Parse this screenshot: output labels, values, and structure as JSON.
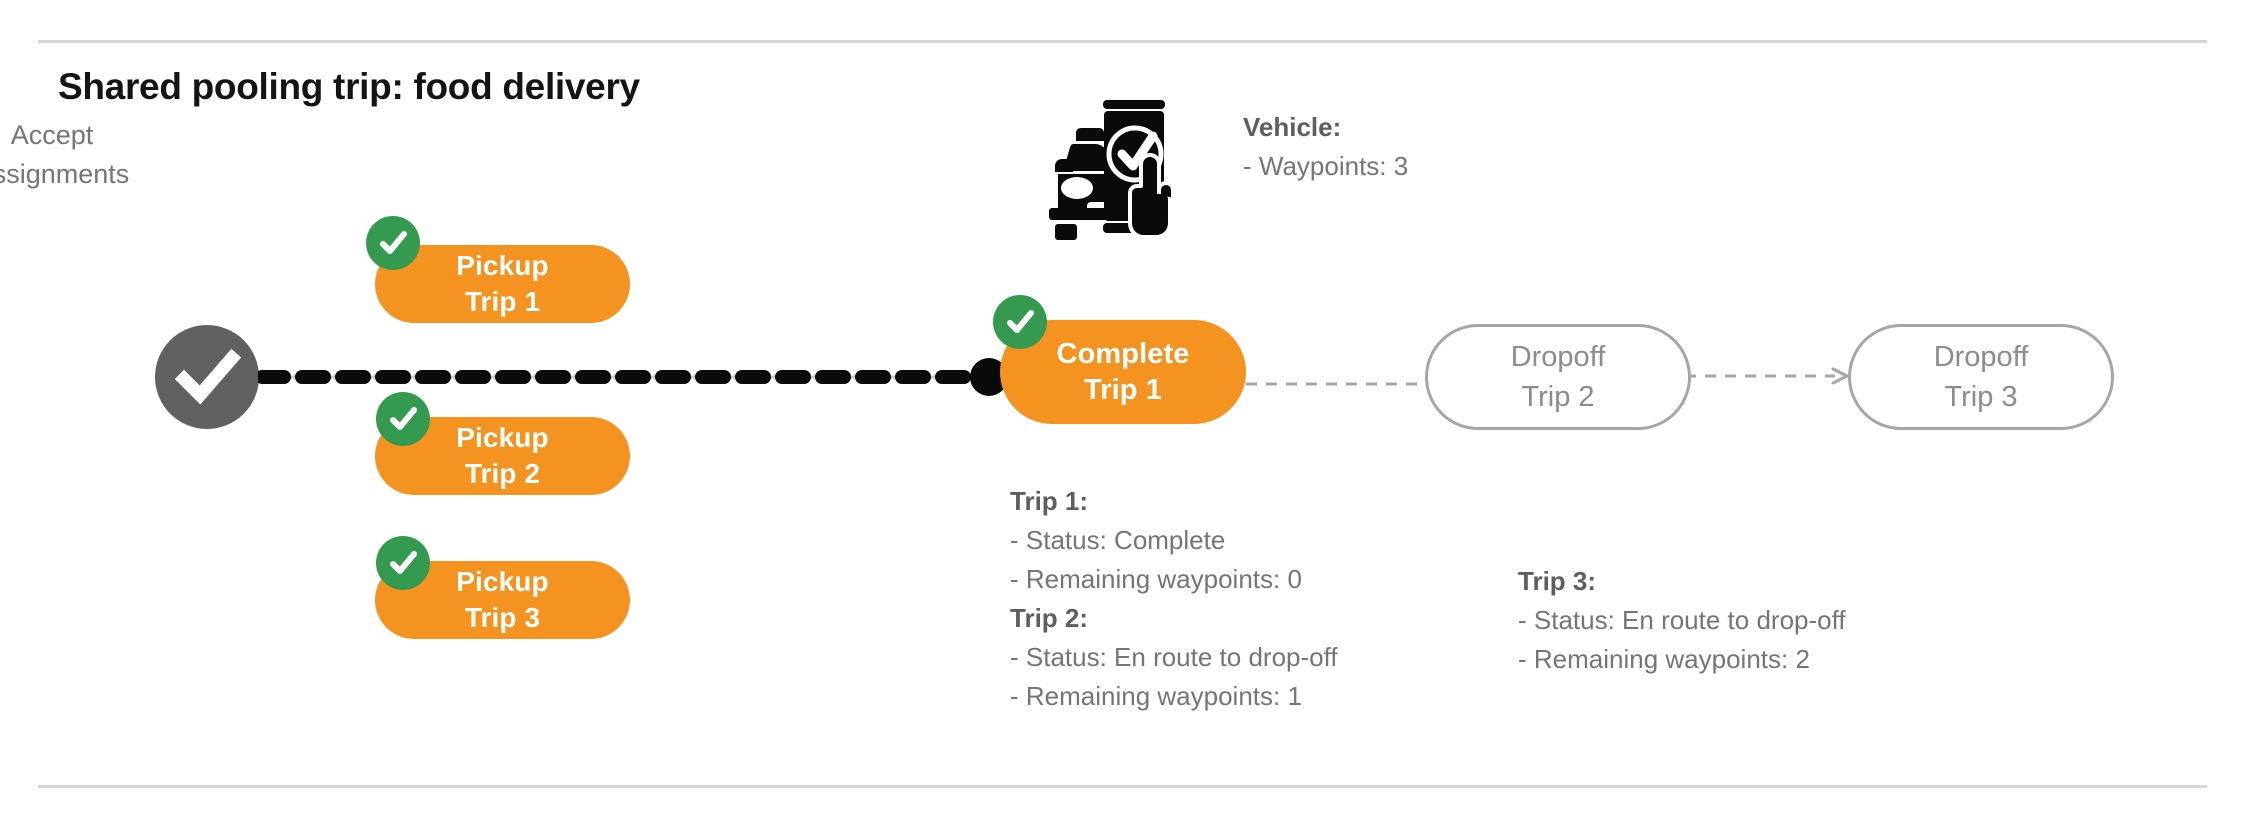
{
  "page": {
    "title": "Shared pooling trip: food delivery"
  },
  "flow": {
    "start_node": {
      "icon": "check-circle-icon",
      "label_line1": "Accept",
      "label_line2": "Assignments"
    },
    "pickup_chips": [
      {
        "line1": "Pickup",
        "line2": "Trip 1",
        "badge": "check-badge-icon",
        "state": "complete"
      },
      {
        "line1": "Pickup",
        "line2": "Trip 2",
        "badge": "check-badge-icon",
        "state": "complete"
      },
      {
        "line1": "Pickup",
        "line2": "Trip 3",
        "badge": "check-badge-icon",
        "state": "complete"
      }
    ],
    "complete_chip": {
      "line1": "Complete",
      "line2": "Trip 1",
      "badge": "check-badge-icon",
      "state": "complete"
    },
    "dropoff_pills": [
      {
        "line1": "Dropoff",
        "line2": "Trip 2",
        "state": "pending"
      },
      {
        "line1": "Dropoff",
        "line2": "Trip 3",
        "state": "pending"
      }
    ]
  },
  "vehicle": {
    "icon": "car-phone-check-icon",
    "heading": "Vehicle:",
    "waypoints_line": "- Waypoints: 3"
  },
  "trips": [
    {
      "heading": "Trip 1:",
      "status_line": "- Status:  Complete",
      "waypoints_line": "- Remaining waypoints: 0"
    },
    {
      "heading": "Trip 2:",
      "status_line": "- Status:  En route to drop-off",
      "waypoints_line": "- Remaining waypoints: 1"
    },
    {
      "heading": "Trip 3:",
      "status_line": "- Status:  En route to drop-off",
      "waypoints_line": "- Remaining waypoints: 2"
    }
  ],
  "colors": {
    "accent_orange": "#F4931F",
    "success_green": "#339A50",
    "node_gray": "#616161",
    "text_gray": "#757575",
    "pill_border": "#A6A6A6",
    "rule_gray": "#D4D6D7",
    "black": "#0A0A0A"
  }
}
